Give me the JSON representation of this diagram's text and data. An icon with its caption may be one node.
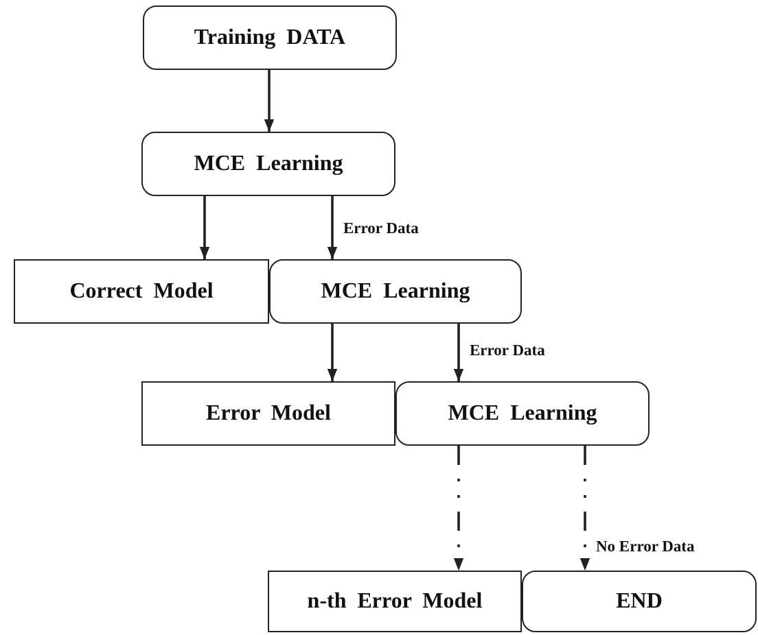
{
  "diagram": {
    "nodes": [
      {
        "text": [
          "Training DATA"
        ]
      },
      {
        "text": [
          "MCE Learning"
        ]
      },
      {
        "text": [
          "Correct Model"
        ]
      },
      {
        "text": [
          "MCE Learning"
        ]
      },
      {
        "text": [
          "Error Model"
        ]
      },
      {
        "text": [
          "MCE Learning"
        ]
      },
      {
        "text": [
          "n-th Error Model"
        ]
      },
      {
        "text": [
          "END"
        ]
      }
    ],
    "edges": [
      {
        "from": 0,
        "to": 1,
        "arrow": "to"
      },
      {
        "from": 1,
        "to": 2,
        "arrow": "to"
      },
      {
        "from": 1,
        "to": 3,
        "arrow": "to",
        "label": "Error Data"
      },
      {
        "from": 3,
        "to": 4,
        "arrow": "to"
      },
      {
        "from": 3,
        "to": 5,
        "arrow": "to",
        "label": "Error Data"
      },
      {
        "from": 5,
        "to": 6,
        "arrow": "to",
        "style": "dashed"
      },
      {
        "from": 5,
        "to": 7,
        "arrow": "to",
        "style": "dashed",
        "label": "No Error Data"
      }
    ]
  }
}
